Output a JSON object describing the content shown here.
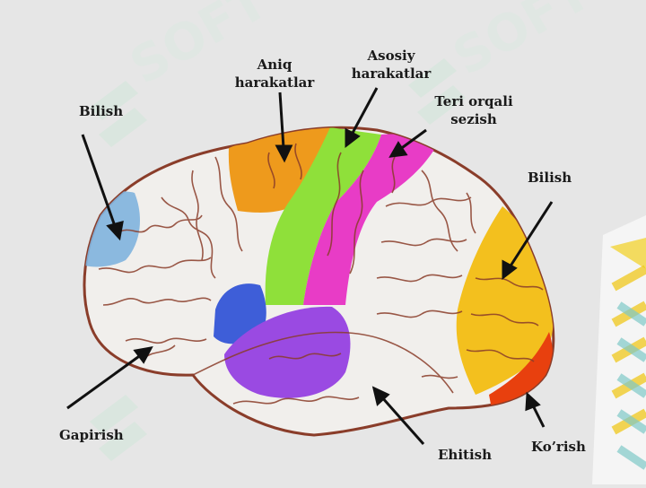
{
  "colors": {
    "background": "#e6e6e6",
    "brain_base": "#f1efec",
    "outline": "#8a3d2a",
    "bilish_front": "#7fb2de",
    "aniq_harakatlar": "#ee9a1c",
    "asosiy_harakatlar": "#8fe03a",
    "teri_orqali_sezish": "#e83cc6",
    "bilish_back": "#f3c01e",
    "korish": "#e8400e",
    "ehitish": "#9a4ae2",
    "gapirish": "#3e5ed8",
    "watermark": "#dbe7df"
  },
  "labels": {
    "bilish_front": "Bilish",
    "aniq_line1": "Aniq",
    "aniq_line2": "harakatlar",
    "asosiy_line1": "Asosiy",
    "asosiy_line2": "harakatlar",
    "teri_line1": "Teri orqali",
    "teri_line2": "sezish",
    "bilish_back": "Bilish",
    "gapirish": "Gapirish",
    "ehitish": "Ehitish",
    "korish": "Ko’rish"
  },
  "watermark_text": "SOFT"
}
